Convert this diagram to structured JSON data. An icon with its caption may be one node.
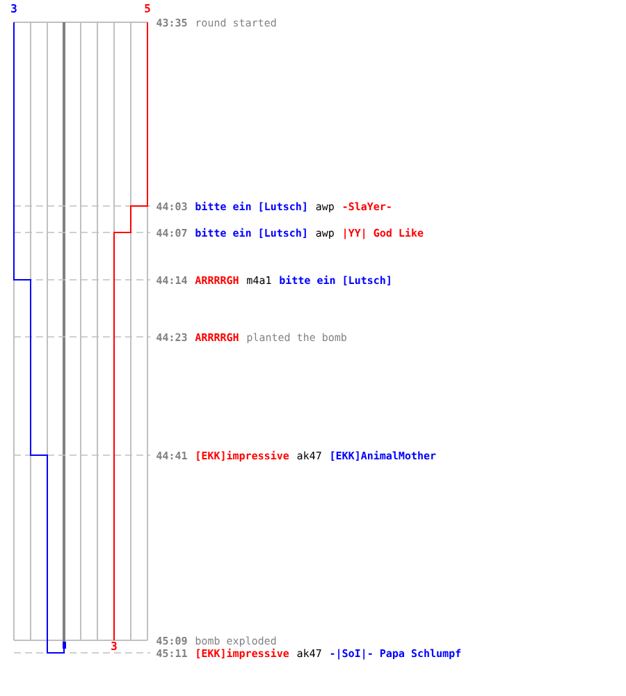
{
  "diagram": {
    "labels": [
      "3",
      "5",
      "43:35",
      "round started",
      "44:03",
      "bitte ein [Lutsch]",
      "awp",
      "-SlaYer-",
      "44:07",
      "bitte ein [Lutsch]",
      "awp",
      "|YY| God Like",
      "44:14",
      "ARRRRGH",
      "m4a1",
      "bitte ein [Lutsch]",
      "44:23",
      "ARRRRGH",
      "planted the bomb",
      "44:41",
      "[EKK]impressive",
      "ak47",
      "[EKK]AnimalMother",
      "3",
      "45:09",
      "bomb exploded",
      "45:11",
      "[EKK]impressive",
      "ak47",
      "-|SoI|- Papa Schlumpf"
    ]
  }
}
